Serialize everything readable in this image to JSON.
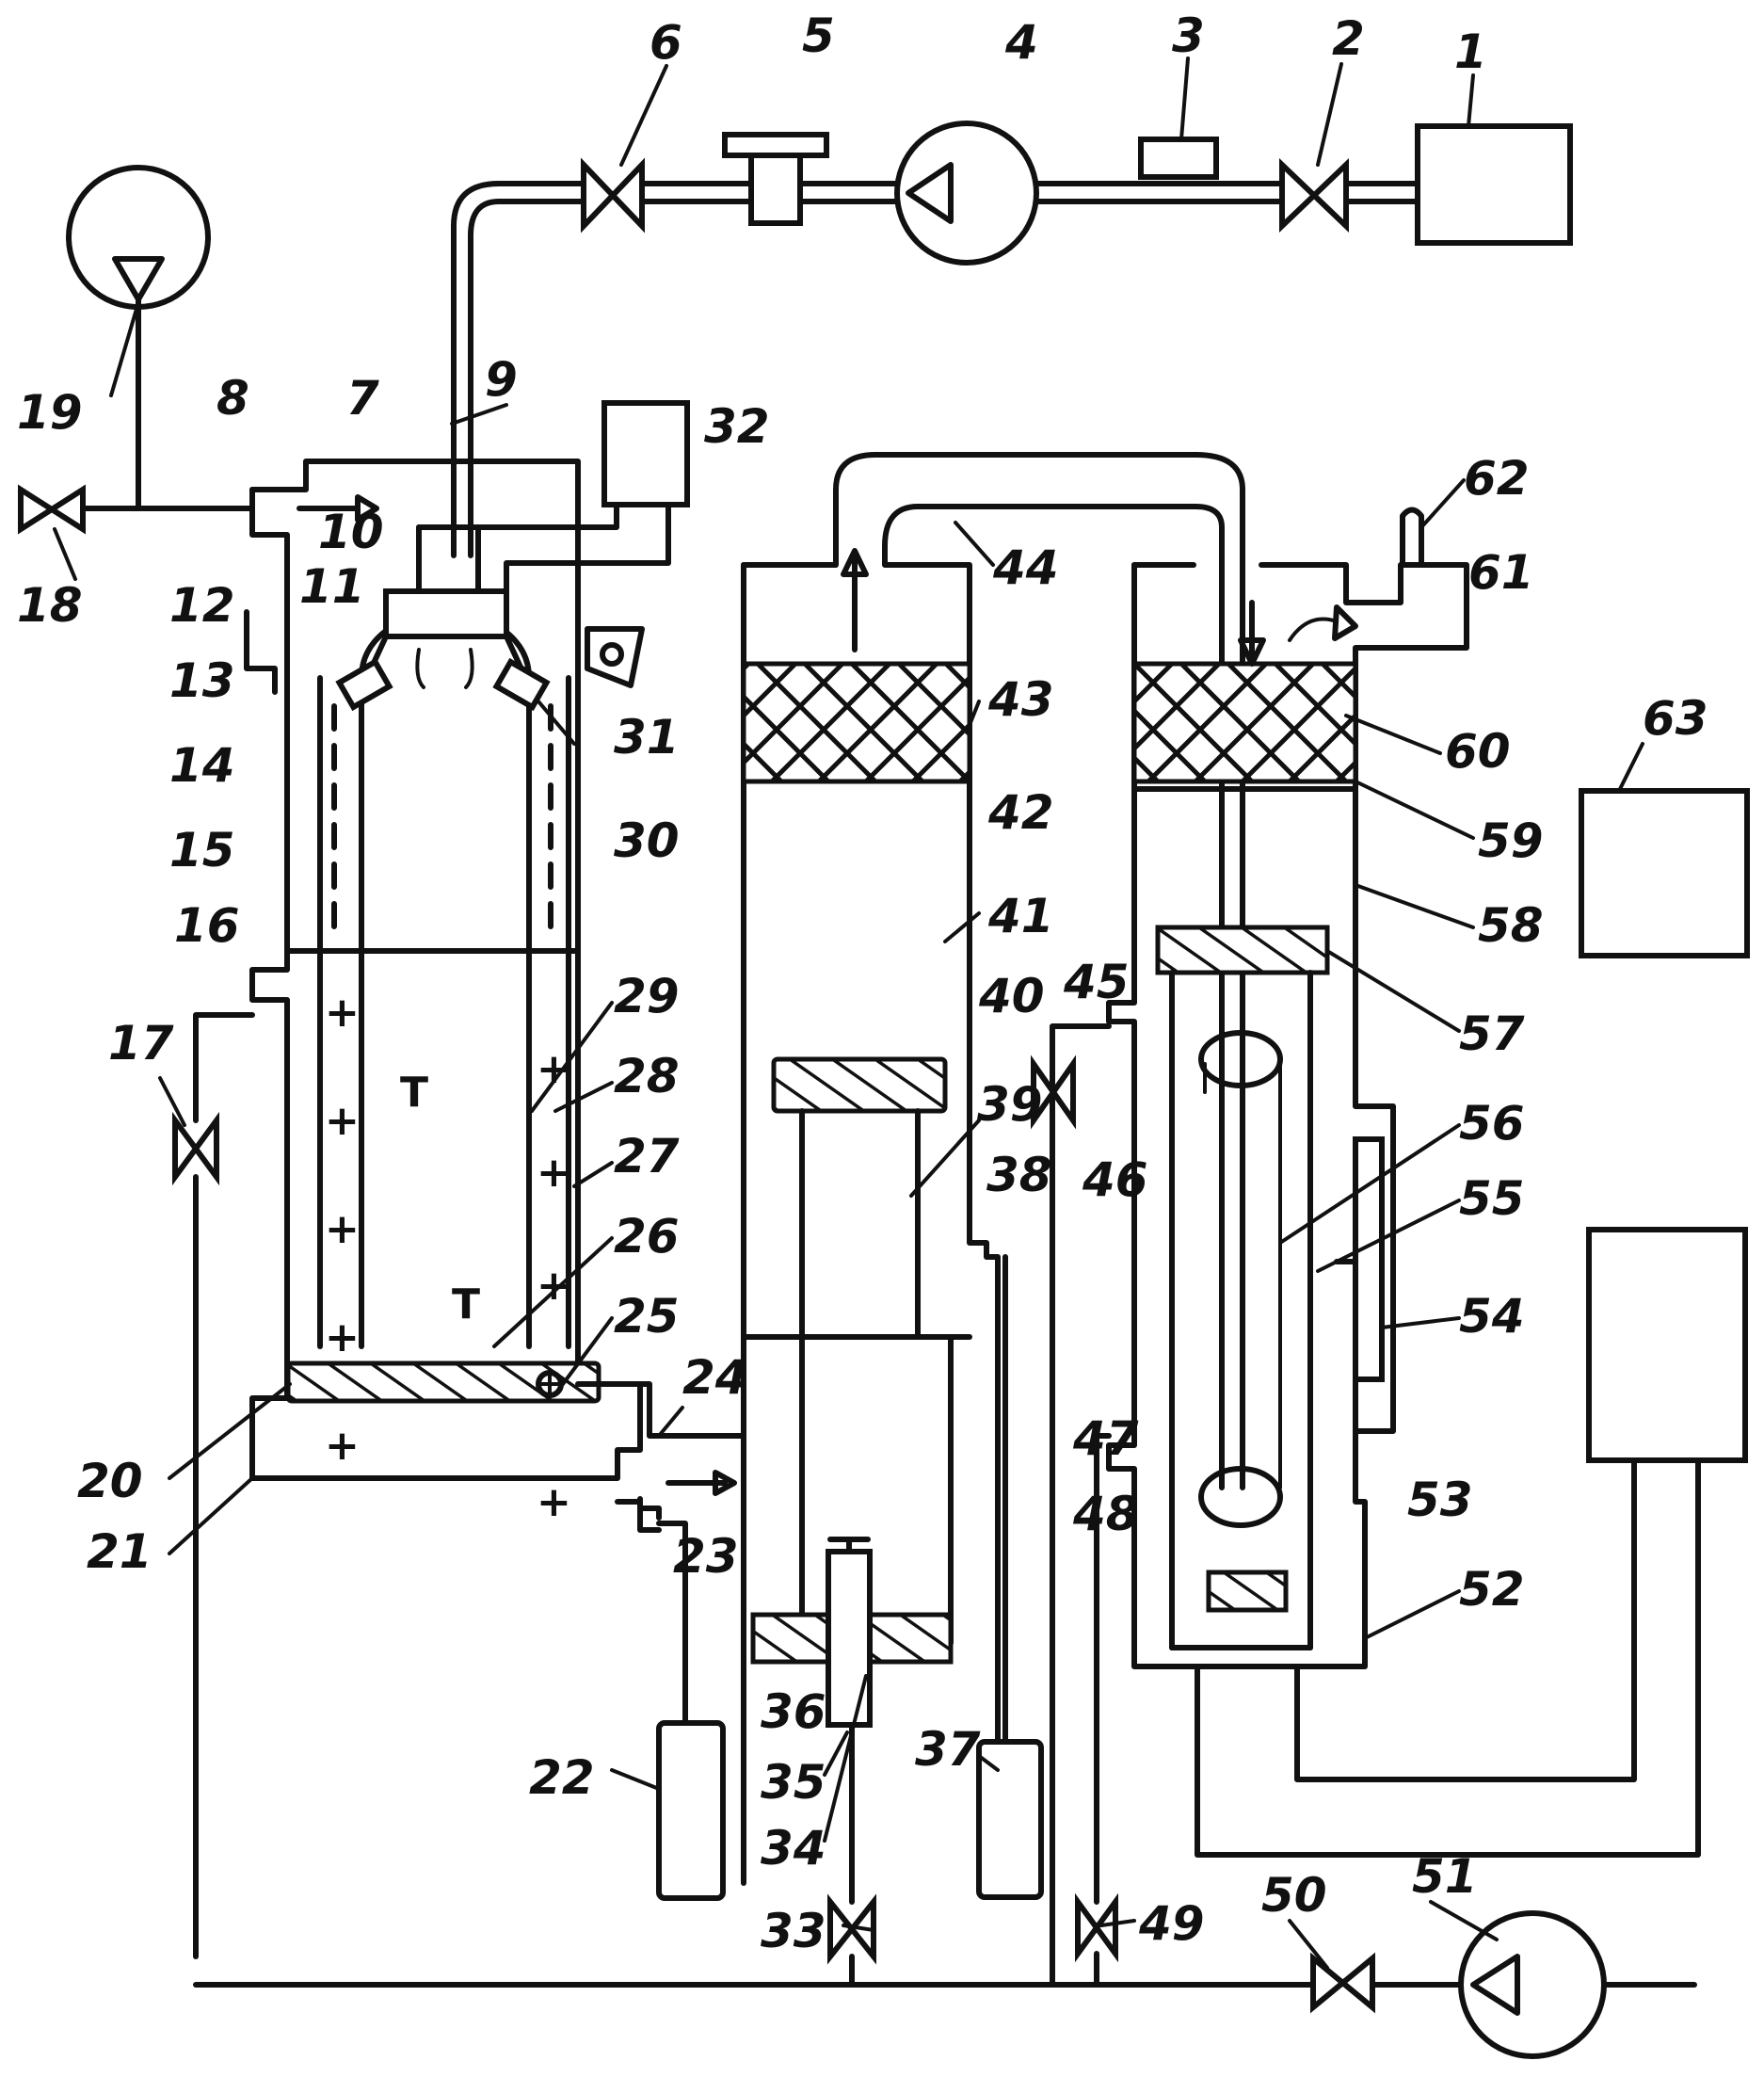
{
  "diagram": {
    "labels": {
      "l1": "1",
      "l2": "2",
      "l3": "3",
      "l4": "4",
      "l5": "5",
      "l6": "6",
      "l7": "7",
      "l8": "8",
      "l9": "9",
      "l10": "10",
      "l11": "11",
      "l12": "12",
      "l13": "13",
      "l14": "14",
      "l15": "15",
      "l16": "16",
      "l17": "17",
      "l18": "18",
      "l19": "19",
      "l20": "20",
      "l21": "21",
      "l22": "22",
      "l23": "23",
      "l24": "24",
      "l25": "25",
      "l26": "26",
      "l27": "27",
      "l28": "28",
      "l29": "29",
      "l30": "30",
      "l31": "31",
      "l32": "32",
      "l33": "33",
      "l34": "34",
      "l35": "35",
      "l36": "36",
      "l37": "37",
      "l38": "38",
      "l39": "39",
      "l40": "40",
      "l41": "41",
      "l42": "42",
      "l43": "43",
      "l44": "44",
      "l45": "45",
      "l46": "46",
      "l47": "47",
      "l48": "48",
      "l49": "49",
      "l50": "50",
      "l51": "51",
      "l52": "52",
      "l53": "53",
      "l54": "54",
      "l55": "55",
      "l56": "56",
      "l57": "57",
      "l58": "58",
      "l59": "59",
      "l60": "60",
      "l61": "61",
      "l62": "62",
      "l63": "63"
    },
    "colors": {
      "ink": "#111111",
      "paper": "#ffffff"
    }
  }
}
